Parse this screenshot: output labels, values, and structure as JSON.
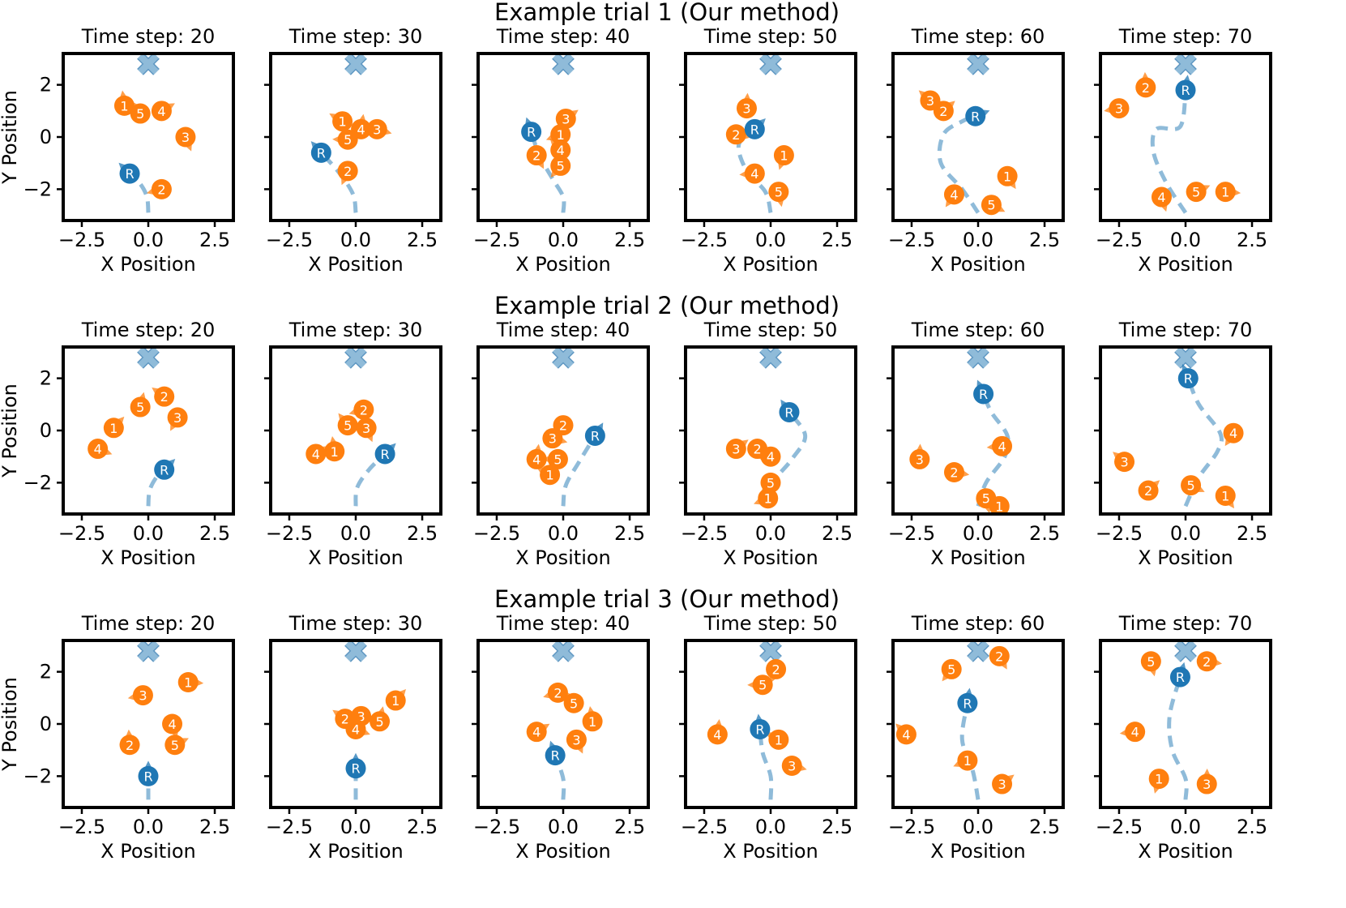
{
  "figure": {
    "rows": [
      {
        "title": "Example trial 1 (Our method)"
      },
      {
        "title": "Example trial 2 (Our method)"
      },
      {
        "title": "Example trial 3 (Our method)"
      }
    ],
    "xlabel": "X Position",
    "ylabel": "Y Position",
    "xticks": [
      "−2.5",
      "0.0",
      "2.5"
    ],
    "yticks": [
      "2",
      "0",
      "−2"
    ],
    "colors": {
      "robot": "#1f77b4",
      "human": "#ff7f0e",
      "path": "#8fbbd9",
      "goal": "#8fbbd9",
      "frame": "#000000"
    }
  },
  "chart_data": [
    {
      "type": "scatter",
      "trial": 1,
      "title": "Time step: 20",
      "xlim": [
        -3.2,
        3.2
      ],
      "ylim": [
        -3.2,
        3.2
      ],
      "goal": [
        0,
        2.8
      ],
      "robot": {
        "label": "R",
        "x": -0.7,
        "y": -1.4
      },
      "path": [
        [
          0,
          -2.9
        ],
        [
          -0.05,
          -2.3
        ],
        [
          -0.3,
          -1.8
        ],
        [
          -0.7,
          -1.4
        ]
      ],
      "humans": [
        {
          "label": "1",
          "x": -0.9,
          "y": 1.2
        },
        {
          "label": "5",
          "x": -0.3,
          "y": 0.9
        },
        {
          "label": "4",
          "x": 0.5,
          "y": 1.0
        },
        {
          "label": "3",
          "x": 1.4,
          "y": 0.0
        },
        {
          "label": "2",
          "x": 0.5,
          "y": -2.0
        }
      ]
    },
    {
      "type": "scatter",
      "trial": 1,
      "title": "Time step: 30",
      "xlim": [
        -3.2,
        3.2
      ],
      "ylim": [
        -3.2,
        3.2
      ],
      "goal": [
        0,
        2.8
      ],
      "robot": {
        "label": "R",
        "x": -1.3,
        "y": -0.6
      },
      "path": [
        [
          0,
          -2.9
        ],
        [
          -0.1,
          -2.2
        ],
        [
          -0.6,
          -1.4
        ],
        [
          -1.3,
          -0.6
        ]
      ],
      "humans": [
        {
          "label": "1",
          "x": -0.5,
          "y": 0.6
        },
        {
          "label": "4",
          "x": 0.2,
          "y": 0.3
        },
        {
          "label": "3",
          "x": 0.8,
          "y": 0.3
        },
        {
          "label": "5",
          "x": -0.3,
          "y": -0.1
        },
        {
          "label": "2",
          "x": -0.3,
          "y": -1.3
        }
      ]
    },
    {
      "type": "scatter",
      "trial": 1,
      "title": "Time step: 40",
      "xlim": [
        -3.2,
        3.2
      ],
      "ylim": [
        -3.2,
        3.2
      ],
      "goal": [
        0,
        2.8
      ],
      "robot": {
        "label": "R",
        "x": -1.2,
        "y": 0.2
      },
      "path": [
        [
          0,
          -2.9
        ],
        [
          0,
          -2.3
        ],
        [
          -0.4,
          -1.6
        ],
        [
          -0.9,
          -0.7
        ],
        [
          -1.2,
          0.2
        ]
      ],
      "humans": [
        {
          "label": "3",
          "x": 0.1,
          "y": 0.7
        },
        {
          "label": "1",
          "x": -0.1,
          "y": 0.1
        },
        {
          "label": "2",
          "x": -1.0,
          "y": -0.7
        },
        {
          "label": "4",
          "x": -0.1,
          "y": -0.5
        },
        {
          "label": "5",
          "x": -0.1,
          "y": -1.1
        }
      ]
    },
    {
      "type": "scatter",
      "trial": 1,
      "title": "Time step: 50",
      "xlim": [
        -3.2,
        3.2
      ],
      "ylim": [
        -3.2,
        3.2
      ],
      "goal": [
        0,
        2.8
      ],
      "robot": {
        "label": "R",
        "x": -0.6,
        "y": 0.3
      },
      "path": [
        [
          0,
          -2.9
        ],
        [
          -0.2,
          -2.1
        ],
        [
          -0.9,
          -1.3
        ],
        [
          -1.2,
          -0.3
        ],
        [
          -0.6,
          0.3
        ]
      ],
      "humans": [
        {
          "label": "3",
          "x": -0.9,
          "y": 1.1
        },
        {
          "label": "2",
          "x": -1.3,
          "y": 0.1
        },
        {
          "label": "1",
          "x": 0.5,
          "y": -0.7
        },
        {
          "label": "4",
          "x": -0.6,
          "y": -1.4
        },
        {
          "label": "5",
          "x": 0.3,
          "y": -2.1
        }
      ]
    },
    {
      "type": "scatter",
      "trial": 1,
      "title": "Time step: 60",
      "xlim": [
        -3.2,
        3.2
      ],
      "ylim": [
        -3.2,
        3.2
      ],
      "goal": [
        0,
        2.8
      ],
      "robot": {
        "label": "R",
        "x": -0.1,
        "y": 0.8
      },
      "path": [
        [
          0,
          -2.9
        ],
        [
          -0.6,
          -2.0
        ],
        [
          -1.4,
          -1.0
        ],
        [
          -1.3,
          0.1
        ],
        [
          -0.6,
          0.6
        ],
        [
          -0.1,
          0.8
        ]
      ],
      "humans": [
        {
          "label": "3",
          "x": -1.8,
          "y": 1.4
        },
        {
          "label": "2",
          "x": -1.3,
          "y": 1.0
        },
        {
          "label": "1",
          "x": 1.1,
          "y": -1.5
        },
        {
          "label": "4",
          "x": -0.9,
          "y": -2.2
        },
        {
          "label": "5",
          "x": 0.5,
          "y": -2.6
        }
      ]
    },
    {
      "type": "scatter",
      "trial": 1,
      "title": "Time step: 70",
      "xlim": [
        -3.2,
        3.2
      ],
      "ylim": [
        -3.2,
        3.2
      ],
      "goal": [
        0,
        2.8
      ],
      "robot": {
        "label": "R",
        "x": 0.0,
        "y": 1.8
      },
      "path": [
        [
          0,
          -2.9
        ],
        [
          -0.7,
          -1.8
        ],
        [
          -1.2,
          -0.6
        ],
        [
          -1.1,
          0.3
        ],
        [
          -0.2,
          0.4
        ],
        [
          0.0,
          1.8
        ]
      ],
      "humans": [
        {
          "label": "2",
          "x": -1.5,
          "y": 1.9
        },
        {
          "label": "3",
          "x": -2.5,
          "y": 1.1
        },
        {
          "label": "4",
          "x": -0.9,
          "y": -2.3
        },
        {
          "label": "5",
          "x": 0.4,
          "y": -2.1
        },
        {
          "label": "1",
          "x": 1.5,
          "y": -2.1
        }
      ]
    },
    {
      "type": "scatter",
      "trial": 2,
      "title": "Time step: 20",
      "xlim": [
        -3.2,
        3.2
      ],
      "ylim": [
        -3.2,
        3.2
      ],
      "goal": [
        0,
        2.8
      ],
      "robot": {
        "label": "R",
        "x": 0.6,
        "y": -1.5
      },
      "path": [
        [
          0,
          -2.9
        ],
        [
          0.05,
          -2.3
        ],
        [
          0.3,
          -1.8
        ],
        [
          0.6,
          -1.5
        ]
      ],
      "humans": [
        {
          "label": "5",
          "x": -0.3,
          "y": 0.9
        },
        {
          "label": "2",
          "x": 0.6,
          "y": 1.3
        },
        {
          "label": "3",
          "x": 1.1,
          "y": 0.5
        },
        {
          "label": "1",
          "x": -1.3,
          "y": 0.1
        },
        {
          "label": "4",
          "x": -1.9,
          "y": -0.7
        }
      ]
    },
    {
      "type": "scatter",
      "trial": 2,
      "title": "Time step: 30",
      "xlim": [
        -3.2,
        3.2
      ],
      "ylim": [
        -3.2,
        3.2
      ],
      "goal": [
        0,
        2.8
      ],
      "robot": {
        "label": "R",
        "x": 1.1,
        "y": -0.9
      },
      "path": [
        [
          0,
          -2.9
        ],
        [
          0.05,
          -2.2
        ],
        [
          0.5,
          -1.5
        ],
        [
          1.1,
          -0.9
        ]
      ],
      "humans": [
        {
          "label": "2",
          "x": 0.3,
          "y": 0.8
        },
        {
          "label": "5",
          "x": -0.3,
          "y": 0.2
        },
        {
          "label": "3",
          "x": 0.4,
          "y": 0.1
        },
        {
          "label": "1",
          "x": -0.8,
          "y": -0.8
        },
        {
          "label": "4",
          "x": -1.5,
          "y": -0.9
        }
      ]
    },
    {
      "type": "scatter",
      "trial": 2,
      "title": "Time step: 40",
      "xlim": [
        -3.2,
        3.2
      ],
      "ylim": [
        -3.2,
        3.2
      ],
      "goal": [
        0,
        2.8
      ],
      "robot": {
        "label": "R",
        "x": 1.2,
        "y": -0.2
      },
      "path": [
        [
          0,
          -2.9
        ],
        [
          0.1,
          -2.1
        ],
        [
          0.6,
          -1.2
        ],
        [
          1.2,
          -0.2
        ]
      ],
      "humans": [
        {
          "label": "2",
          "x": 0.0,
          "y": 0.2
        },
        {
          "label": "3",
          "x": -0.4,
          "y": -0.3
        },
        {
          "label": "4",
          "x": -1.0,
          "y": -1.1
        },
        {
          "label": "5",
          "x": -0.2,
          "y": -1.1
        },
        {
          "label": "1",
          "x": -0.5,
          "y": -1.7
        }
      ]
    },
    {
      "type": "scatter",
      "trial": 2,
      "title": "Time step: 50",
      "xlim": [
        -3.2,
        3.2
      ],
      "ylim": [
        -3.2,
        3.2
      ],
      "goal": [
        0,
        2.8
      ],
      "robot": {
        "label": "R",
        "x": 0.7,
        "y": 0.7
      },
      "path": [
        [
          0,
          -2.9
        ],
        [
          0.1,
          -2.0
        ],
        [
          0.8,
          -1.1
        ],
        [
          1.3,
          -0.2
        ],
        [
          0.7,
          0.7
        ]
      ],
      "humans": [
        {
          "label": "3",
          "x": -1.3,
          "y": -0.7
        },
        {
          "label": "2",
          "x": -0.5,
          "y": -0.7
        },
        {
          "label": "4",
          "x": 0.0,
          "y": -1.0
        },
        {
          "label": "5",
          "x": 0.0,
          "y": -2.0
        },
        {
          "label": "1",
          "x": -0.1,
          "y": -2.6
        }
      ]
    },
    {
      "type": "scatter",
      "trial": 2,
      "title": "Time step: 60",
      "xlim": [
        -3.2,
        3.2
      ],
      "ylim": [
        -3.2,
        3.2
      ],
      "goal": [
        0,
        2.8
      ],
      "robot": {
        "label": "R",
        "x": 0.2,
        "y": 1.4
      },
      "path": [
        [
          0,
          -2.9
        ],
        [
          0.3,
          -2.0
        ],
        [
          1.0,
          -1.0
        ],
        [
          1.1,
          -0.2
        ],
        [
          0.5,
          0.7
        ],
        [
          0.2,
          1.4
        ]
      ],
      "humans": [
        {
          "label": "3",
          "x": -2.2,
          "y": -1.1
        },
        {
          "label": "2",
          "x": -0.9,
          "y": -1.6
        },
        {
          "label": "4",
          "x": 0.9,
          "y": -0.6
        },
        {
          "label": "5",
          "x": 0.3,
          "y": -2.6
        },
        {
          "label": "1",
          "x": 0.8,
          "y": -2.9
        }
      ]
    },
    {
      "type": "scatter",
      "trial": 2,
      "title": "Time step: 70",
      "xlim": [
        -3.2,
        3.2
      ],
      "ylim": [
        -3.2,
        3.2
      ],
      "goal": [
        0,
        2.8
      ],
      "robot": {
        "label": "R",
        "x": 0.1,
        "y": 2.0
      },
      "path": [
        [
          0,
          -2.9
        ],
        [
          0.5,
          -1.8
        ],
        [
          1.2,
          -0.8
        ],
        [
          1.3,
          -0.1
        ],
        [
          0.5,
          1.0
        ],
        [
          0.1,
          2.0
        ]
      ],
      "humans": [
        {
          "label": "4",
          "x": 1.8,
          "y": -0.1
        },
        {
          "label": "3",
          "x": -2.3,
          "y": -1.2
        },
        {
          "label": "2",
          "x": -1.4,
          "y": -2.3
        },
        {
          "label": "5",
          "x": 0.2,
          "y": -2.1
        },
        {
          "label": "1",
          "x": 1.5,
          "y": -2.5
        }
      ]
    },
    {
      "type": "scatter",
      "trial": 3,
      "title": "Time step: 20",
      "xlim": [
        -3.2,
        3.2
      ],
      "ylim": [
        -3.2,
        3.2
      ],
      "goal": [
        0,
        2.8
      ],
      "robot": {
        "label": "R",
        "x": 0.0,
        "y": -2.0
      },
      "path": [
        [
          0,
          -2.9
        ],
        [
          0,
          -2.5
        ],
        [
          0,
          -2.0
        ]
      ],
      "humans": [
        {
          "label": "1",
          "x": 1.5,
          "y": 1.6
        },
        {
          "label": "3",
          "x": -0.2,
          "y": 1.1
        },
        {
          "label": "4",
          "x": 0.9,
          "y": 0.0
        },
        {
          "label": "2",
          "x": -0.7,
          "y": -0.8
        },
        {
          "label": "5",
          "x": 1.0,
          "y": -0.8
        }
      ]
    },
    {
      "type": "scatter",
      "trial": 3,
      "title": "Time step: 30",
      "xlim": [
        -3.2,
        3.2
      ],
      "ylim": [
        -3.2,
        3.2
      ],
      "goal": [
        0,
        2.8
      ],
      "robot": {
        "label": "R",
        "x": 0.0,
        "y": -1.7
      },
      "path": [
        [
          0,
          -2.9
        ],
        [
          0,
          -2.3
        ],
        [
          0,
          -1.7
        ]
      ],
      "humans": [
        {
          "label": "1",
          "x": 1.5,
          "y": 0.9
        },
        {
          "label": "2",
          "x": -0.4,
          "y": 0.2
        },
        {
          "label": "3",
          "x": 0.2,
          "y": 0.3
        },
        {
          "label": "5",
          "x": 0.9,
          "y": 0.1
        },
        {
          "label": "4",
          "x": 0.0,
          "y": -0.2
        }
      ]
    },
    {
      "type": "scatter",
      "trial": 3,
      "title": "Time step: 40",
      "xlim": [
        -3.2,
        3.2
      ],
      "ylim": [
        -3.2,
        3.2
      ],
      "goal": [
        0,
        2.8
      ],
      "robot": {
        "label": "R",
        "x": -0.3,
        "y": -1.2
      },
      "path": [
        [
          0,
          -2.9
        ],
        [
          0,
          -2.1
        ],
        [
          -0.3,
          -1.2
        ]
      ],
      "humans": [
        {
          "label": "2",
          "x": -0.2,
          "y": 1.2
        },
        {
          "label": "5",
          "x": 0.4,
          "y": 0.8
        },
        {
          "label": "1",
          "x": 1.1,
          "y": 0.1
        },
        {
          "label": "4",
          "x": -1.0,
          "y": -0.3
        },
        {
          "label": "3",
          "x": 0.5,
          "y": -0.6
        }
      ]
    },
    {
      "type": "scatter",
      "trial": 3,
      "title": "Time step: 50",
      "xlim": [
        -3.2,
        3.2
      ],
      "ylim": [
        -3.2,
        3.2
      ],
      "goal": [
        0,
        2.8
      ],
      "robot": {
        "label": "R",
        "x": -0.4,
        "y": -0.2
      },
      "path": [
        [
          0,
          -2.9
        ],
        [
          0,
          -2.0
        ],
        [
          -0.3,
          -1.1
        ],
        [
          -0.4,
          -0.2
        ]
      ],
      "humans": [
        {
          "label": "2",
          "x": 0.2,
          "y": 2.1
        },
        {
          "label": "5",
          "x": -0.3,
          "y": 1.5
        },
        {
          "label": "4",
          "x": -2.0,
          "y": -0.4
        },
        {
          "label": "1",
          "x": 0.3,
          "y": -0.6
        },
        {
          "label": "3",
          "x": 0.8,
          "y": -1.6
        }
      ]
    },
    {
      "type": "scatter",
      "trial": 3,
      "title": "Time step: 60",
      "xlim": [
        -3.2,
        3.2
      ],
      "ylim": [
        -3.2,
        3.2
      ],
      "goal": [
        0,
        2.8
      ],
      "robot": {
        "label": "R",
        "x": -0.4,
        "y": 0.8
      },
      "path": [
        [
          0,
          -2.9
        ],
        [
          -0.2,
          -1.8
        ],
        [
          -0.6,
          -0.6
        ],
        [
          -0.4,
          0.8
        ]
      ],
      "humans": [
        {
          "label": "2",
          "x": 0.8,
          "y": 2.6
        },
        {
          "label": "5",
          "x": -1.0,
          "y": 2.1
        },
        {
          "label": "4",
          "x": -2.7,
          "y": -0.4
        },
        {
          "label": "1",
          "x": -0.4,
          "y": -1.4
        },
        {
          "label": "3",
          "x": 0.9,
          "y": -2.3
        }
      ]
    },
    {
      "type": "scatter",
      "trial": 3,
      "title": "Time step: 70",
      "xlim": [
        -3.2,
        3.2
      ],
      "ylim": [
        -3.2,
        3.2
      ],
      "goal": [
        0,
        2.8
      ],
      "robot": {
        "label": "R",
        "x": -0.2,
        "y": 1.8
      },
      "path": [
        [
          0,
          -2.9
        ],
        [
          0,
          -2.1
        ],
        [
          -0.5,
          -1.0
        ],
        [
          -0.6,
          0.3
        ],
        [
          -0.2,
          1.8
        ]
      ],
      "humans": [
        {
          "label": "5",
          "x": -1.3,
          "y": 2.4
        },
        {
          "label": "2",
          "x": 0.8,
          "y": 2.4
        },
        {
          "label": "4",
          "x": -1.9,
          "y": -0.3
        },
        {
          "label": "1",
          "x": -1.0,
          "y": -2.1
        },
        {
          "label": "3",
          "x": 0.8,
          "y": -2.3
        }
      ]
    }
  ]
}
